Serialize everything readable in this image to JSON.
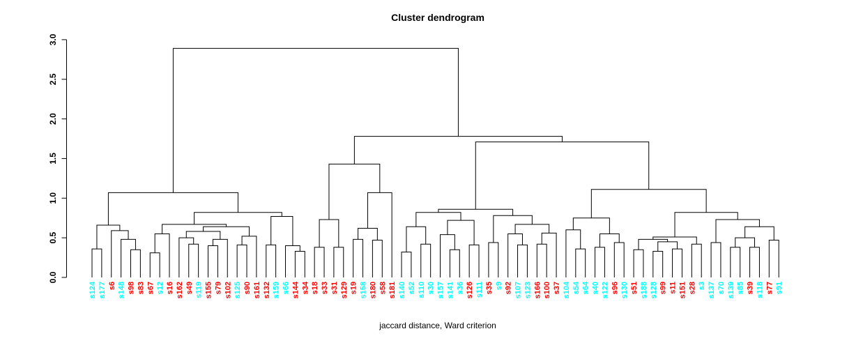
{
  "chart_data": {
    "type": "dendrogram",
    "title": "Cluster dendrogram",
    "xlabel": "jaccard distance, Ward criterion",
    "ylabel": "",
    "ylim": [
      0,
      3
    ],
    "yticks": [
      "0.0",
      "0.5",
      "1.0",
      "1.5",
      "2.0",
      "2.5",
      "3.0"
    ],
    "grid": false,
    "line_color": "#000000",
    "label_colors": {
      "cyan": "#00ffff",
      "red": "#ff0000"
    },
    "leaves": [
      {
        "id": "s124",
        "color": "cyan"
      },
      {
        "id": "s177",
        "color": "cyan"
      },
      {
        "id": "s6",
        "color": "red"
      },
      {
        "id": "s148",
        "color": "cyan"
      },
      {
        "id": "s98",
        "color": "red"
      },
      {
        "id": "s83",
        "color": "red"
      },
      {
        "id": "s67",
        "color": "red"
      },
      {
        "id": "s12",
        "color": "cyan"
      },
      {
        "id": "s16",
        "color": "red"
      },
      {
        "id": "s162",
        "color": "red"
      },
      {
        "id": "s49",
        "color": "red"
      },
      {
        "id": "s119",
        "color": "cyan"
      },
      {
        "id": "s155",
        "color": "red"
      },
      {
        "id": "s79",
        "color": "red"
      },
      {
        "id": "s102",
        "color": "red"
      },
      {
        "id": "s125",
        "color": "cyan"
      },
      {
        "id": "s90",
        "color": "red"
      },
      {
        "id": "s161",
        "color": "red"
      },
      {
        "id": "s132",
        "color": "red"
      },
      {
        "id": "s159",
        "color": "cyan"
      },
      {
        "id": "s66",
        "color": "cyan"
      },
      {
        "id": "s144",
        "color": "red"
      },
      {
        "id": "s34",
        "color": "red"
      },
      {
        "id": "s18",
        "color": "red"
      },
      {
        "id": "s33",
        "color": "red"
      },
      {
        "id": "s31",
        "color": "red"
      },
      {
        "id": "s129",
        "color": "red"
      },
      {
        "id": "s19",
        "color": "red"
      },
      {
        "id": "s158",
        "color": "cyan"
      },
      {
        "id": "s180",
        "color": "red"
      },
      {
        "id": "s58",
        "color": "red"
      },
      {
        "id": "s181",
        "color": "red"
      },
      {
        "id": "s140",
        "color": "cyan"
      },
      {
        "id": "s52",
        "color": "cyan"
      },
      {
        "id": "s110",
        "color": "cyan"
      },
      {
        "id": "s30",
        "color": "cyan"
      },
      {
        "id": "s157",
        "color": "cyan"
      },
      {
        "id": "s141",
        "color": "cyan"
      },
      {
        "id": "s36",
        "color": "cyan"
      },
      {
        "id": "s126",
        "color": "red"
      },
      {
        "id": "s111",
        "color": "cyan"
      },
      {
        "id": "s35",
        "color": "red"
      },
      {
        "id": "s9",
        "color": "cyan"
      },
      {
        "id": "s92",
        "color": "red"
      },
      {
        "id": "s107",
        "color": "cyan"
      },
      {
        "id": "s123",
        "color": "cyan"
      },
      {
        "id": "s166",
        "color": "red"
      },
      {
        "id": "s100",
        "color": "red"
      },
      {
        "id": "s37",
        "color": "red"
      },
      {
        "id": "s104",
        "color": "cyan"
      },
      {
        "id": "s54",
        "color": "cyan"
      },
      {
        "id": "s64",
        "color": "cyan"
      },
      {
        "id": "s40",
        "color": "cyan"
      },
      {
        "id": "s122",
        "color": "cyan"
      },
      {
        "id": "s96",
        "color": "red"
      },
      {
        "id": "s130",
        "color": "cyan"
      },
      {
        "id": "s51",
        "color": "red"
      },
      {
        "id": "s188",
        "color": "cyan"
      },
      {
        "id": "s128",
        "color": "cyan"
      },
      {
        "id": "s99",
        "color": "red"
      },
      {
        "id": "s11",
        "color": "red"
      },
      {
        "id": "s151",
        "color": "red"
      },
      {
        "id": "s28",
        "color": "red"
      },
      {
        "id": "s3",
        "color": "cyan"
      },
      {
        "id": "s137",
        "color": "cyan"
      },
      {
        "id": "s70",
        "color": "cyan"
      },
      {
        "id": "s139",
        "color": "cyan"
      },
      {
        "id": "s85",
        "color": "cyan"
      },
      {
        "id": "s39",
        "color": "red"
      },
      {
        "id": "s118",
        "color": "cyan"
      },
      {
        "id": "s77",
        "color": "red"
      },
      {
        "id": "s91",
        "color": "cyan"
      }
    ],
    "tree": {
      "h": 2.89,
      "c": [
        {
          "h": 1.07,
          "c": [
            {
              "h": 0.66,
              "c": [
                {
                  "h": 0.36,
                  "c": [
                    "s124",
                    "s177"
                  ]
                },
                {
                  "h": 0.59,
                  "c": [
                    "s6",
                    {
                      "h": 0.48,
                      "c": [
                        "s148",
                        {
                          "h": 0.35,
                          "c": [
                            "s98",
                            "s83"
                          ]
                        }
                      ]
                    }
                  ]
                }
              ]
            },
            {
              "h": 0.82,
              "c": [
                {
                  "h": 0.67,
                  "c": [
                    {
                      "h": 0.55,
                      "c": [
                        {
                          "h": 0.31,
                          "c": [
                            "s67",
                            "s12"
                          ]
                        },
                        "s16"
                      ]
                    },
                    {
                      "h": 0.64,
                      "c": [
                        {
                          "h": 0.58,
                          "c": [
                            {
                              "h": 0.5,
                              "c": [
                                "s162",
                                {
                                  "h": 0.42,
                                  "c": [
                                    "s49",
                                    "s119"
                                  ]
                                }
                              ]
                            },
                            {
                              "h": 0.48,
                              "c": [
                                {
                                  "h": 0.4,
                                  "c": [
                                    "s155",
                                    "s79"
                                  ]
                                },
                                "s102"
                              ]
                            }
                          ]
                        },
                        {
                          "h": 0.52,
                          "c": [
                            {
                              "h": 0.41,
                              "c": [
                                "s125",
                                "s90"
                              ]
                            },
                            "s161"
                          ]
                        }
                      ]
                    }
                  ]
                },
                {
                  "h": 0.77,
                  "c": [
                    {
                      "h": 0.41,
                      "c": [
                        "s132",
                        "s159"
                      ]
                    },
                    {
                      "h": 0.4,
                      "c": [
                        "s66",
                        {
                          "h": 0.33,
                          "c": [
                            "s144",
                            "s34"
                          ]
                        }
                      ]
                    }
                  ]
                }
              ]
            }
          ]
        },
        {
          "h": 1.78,
          "c": [
            {
              "h": 1.43,
              "c": [
                {
                  "h": 0.73,
                  "c": [
                    {
                      "h": 0.38,
                      "c": [
                        "s18",
                        "s33"
                      ]
                    },
                    {
                      "h": 0.38,
                      "c": [
                        "s31",
                        "s129"
                      ]
                    }
                  ]
                },
                {
                  "h": 1.07,
                  "c": [
                    {
                      "h": 0.62,
                      "c": [
                        {
                          "h": 0.48,
                          "c": [
                            "s19",
                            "s158"
                          ]
                        },
                        {
                          "h": 0.47,
                          "c": [
                            "s180",
                            "s58"
                          ]
                        }
                      ]
                    },
                    "s181"
                  ]
                }
              ]
            },
            {
              "h": 1.71,
              "c": [
                {
                  "h": 0.86,
                  "c": [
                    {
                      "h": 0.82,
                      "c": [
                        {
                          "h": 0.64,
                          "c": [
                            {
                              "h": 0.32,
                              "c": [
                                "s140",
                                "s52"
                              ]
                            },
                            {
                              "h": 0.42,
                              "c": [
                                "s110",
                                "s30"
                              ]
                            }
                          ]
                        },
                        {
                          "h": 0.72,
                          "c": [
                            {
                              "h": 0.54,
                              "c": [
                                "s157",
                                {
                                  "h": 0.35,
                                  "c": [
                                    "s141",
                                    "s36"
                                  ]
                                }
                              ]
                            },
                            {
                              "h": 0.41,
                              "c": [
                                "s126",
                                "s111"
                              ]
                            }
                          ]
                        }
                      ]
                    },
                    {
                      "h": 0.78,
                      "c": [
                        {
                          "h": 0.44,
                          "c": [
                            "s35",
                            "s9"
                          ]
                        },
                        {
                          "h": 0.67,
                          "c": [
                            {
                              "h": 0.55,
                              "c": [
                                "s92",
                                {
                                  "h": 0.41,
                                  "c": [
                                    "s107",
                                    "s123"
                                  ]
                                }
                              ]
                            },
                            {
                              "h": 0.56,
                              "c": [
                                {
                                  "h": 0.42,
                                  "c": [
                                    "s166",
                                    "s100"
                                  ]
                                },
                                "s37"
                              ]
                            }
                          ]
                        }
                      ]
                    }
                  ]
                },
                {
                  "h": 1.11,
                  "c": [
                    {
                      "h": 0.75,
                      "c": [
                        {
                          "h": 0.6,
                          "c": [
                            "s104",
                            {
                              "h": 0.36,
                              "c": [
                                "s54",
                                "s64"
                              ]
                            }
                          ]
                        },
                        {
                          "h": 0.55,
                          "c": [
                            {
                              "h": 0.38,
                              "c": [
                                "s40",
                                "s122"
                              ]
                            },
                            {
                              "h": 0.44,
                              "c": [
                                "s96",
                                "s130"
                              ]
                            }
                          ]
                        }
                      ]
                    },
                    {
                      "h": 0.82,
                      "c": [
                        {
                          "h": 0.51,
                          "c": [
                            {
                              "h": 0.48,
                              "c": [
                                {
                                  "h": 0.35,
                                  "c": [
                                    "s51",
                                    "s188"
                                  ]
                                },
                                {
                                  "h": 0.45,
                                  "c": [
                                    {
                                      "h": 0.33,
                                      "c": [
                                        "s128",
                                        "s99"
                                      ]
                                    },
                                    {
                                      "h": 0.36,
                                      "c": [
                                        "s11",
                                        "s151"
                                      ]
                                    }
                                  ]
                                }
                              ]
                            },
                            {
                              "h": 0.42,
                              "c": [
                                "s28",
                                "s3"
                              ]
                            }
                          ]
                        },
                        {
                          "h": 0.73,
                          "c": [
                            {
                              "h": 0.44,
                              "c": [
                                "s137",
                                "s70"
                              ]
                            },
                            {
                              "h": 0.64,
                              "c": [
                                {
                                  "h": 0.5,
                                  "c": [
                                    {
                                      "h": 0.38,
                                      "c": [
                                        "s139",
                                        "s85"
                                      ]
                                    },
                                    {
                                      "h": 0.38,
                                      "c": [
                                        "s39",
                                        "s118"
                                      ]
                                    }
                                  ]
                                },
                                {
                                  "h": 0.47,
                                  "c": [
                                    "s77",
                                    "s91"
                                  ]
                                }
                              ]
                            }
                          ]
                        }
                      ]
                    }
                  ]
                }
              ]
            }
          ]
        }
      ]
    }
  }
}
